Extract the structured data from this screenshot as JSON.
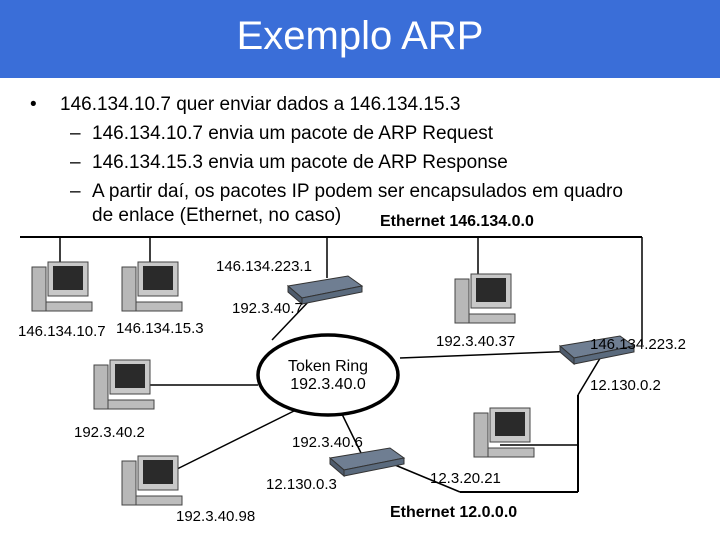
{
  "slide": {
    "title": "Exemplo ARP",
    "bullet": "146.134.10.7 quer enviar dados a 146.134.15.3",
    "subbullets": [
      "146.134.10.7 envia um pacote de ARP Request",
      "146.134.15.3 envia um pacote de ARP Response",
      "A partir daí, os pacotes IP podem ser encapsulados em quadro",
      "de enlace (Ethernet, no caso)"
    ],
    "bullet_glyph": "•",
    "dash_glyph": "–"
  },
  "diagram": {
    "ethernet_top": "Ethernet 146.134.0.0",
    "ethernet_bottom": "Ethernet 12.0.0.0",
    "token_ring": [
      "Token Ring",
      "192.3.40.0"
    ],
    "labels": {
      "r1_eth": "146.134.223.1",
      "r1_tr": "192.3.40.7",
      "pc1": "146.134.10.7",
      "pc2": "146.134.15.3",
      "r2_tr": "192.3.40.37",
      "r2_eth": "146.134.223.2",
      "r2_net12": "12.130.0.2",
      "pc3": "192.3.40.2",
      "r3_tr": "192.3.40.6",
      "r3_net12": "12.130.0.3",
      "pc4": "192.3.40.98",
      "pc5": "12.3.20.21"
    },
    "icons": [
      "computer-icon",
      "router-icon"
    ]
  }
}
